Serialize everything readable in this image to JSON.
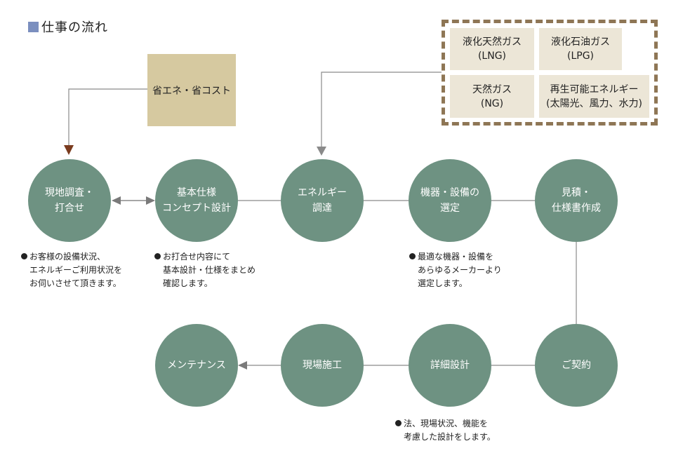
{
  "title": "仕事の流れ",
  "saving_box": "省エネ・省コスト",
  "energy_options": [
    {
      "line1": "液化天然ガス",
      "line2": "(LNG)"
    },
    {
      "line1": "液化石油ガス",
      "line2": "(LPG)"
    },
    {
      "line1": "天然ガス",
      "line2": "(NG)"
    },
    {
      "line1": "再生可能エネルギー",
      "line2": "(太陽光、風力、水力)"
    }
  ],
  "steps": [
    {
      "line1": "現地調査・",
      "line2": "打合せ"
    },
    {
      "line1": "基本仕様",
      "line2": "コンセプト設計"
    },
    {
      "line1": "エネルギー",
      "line2": "調達"
    },
    {
      "line1": "機器・設備の",
      "line2": "選定"
    },
    {
      "line1": "見積・",
      "line2": "仕様書作成"
    },
    {
      "line1": "ご契約",
      "line2": ""
    },
    {
      "line1": "詳細設計",
      "line2": ""
    },
    {
      "line1": "現場施工",
      "line2": ""
    },
    {
      "line1": "メンテナンス",
      "line2": ""
    }
  ],
  "notes": [
    [
      "お客様の設備状況、",
      "エネルギーご利用状況を",
      "お伺いさせて頂きます。"
    ],
    [
      "お打合せ内容にて",
      "基本設計・仕様をまとめ",
      "確認します。"
    ],
    [
      "最適な機器・設備を",
      "あらゆるメーカーより",
      "選定します。"
    ],
    [
      "法、現場状況、機能を",
      "考慮した設計をします。"
    ]
  ],
  "colors": {
    "node_fill": "#6e9282",
    "connector": "#8a8a8a",
    "arrow_brown": "#7a3b1e",
    "tan": "#d6c9a0",
    "frame": "#8e7655",
    "cell": "#ece6d7",
    "title_square": "#7b8fbf"
  }
}
